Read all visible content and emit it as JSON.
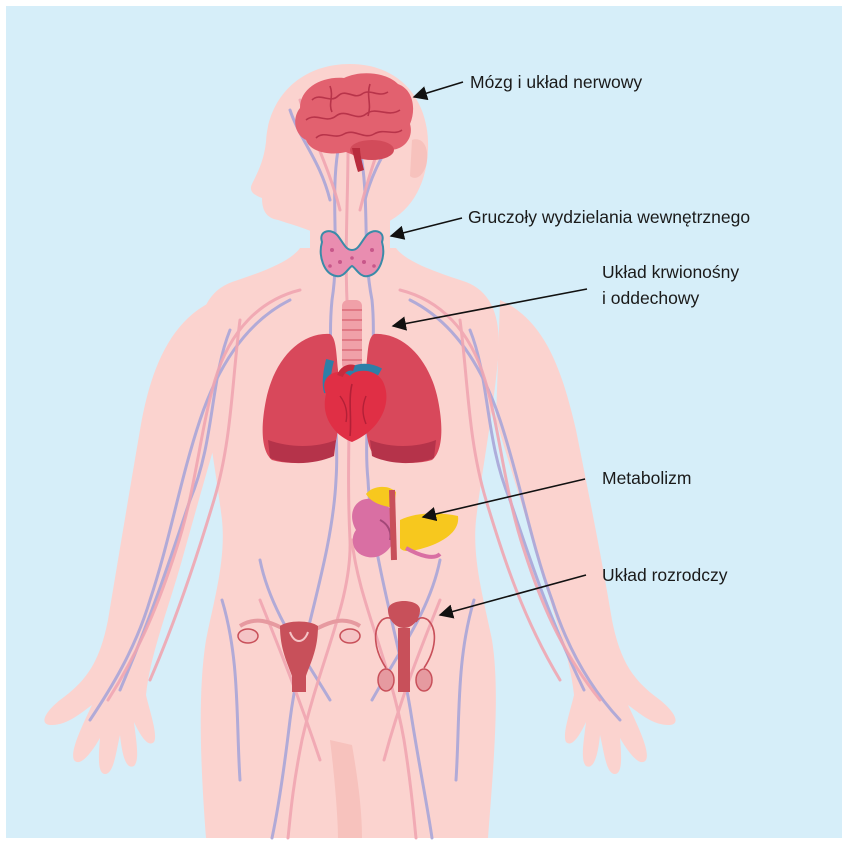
{
  "labels": {
    "brain": "Mózg i układ nerwowy",
    "endocrine": "Gruczoły wydzielania wewnętrznego",
    "circulatory_line1": "Układ krwionośny",
    "circulatory_line2": "i oddechowy",
    "metabolism": "Metabolizm",
    "reproductive": "Układ rozrodczy"
  },
  "colors": {
    "background": "#d6eef9",
    "body": "#fbd3cf",
    "body_shade": "#f7c2bd",
    "vein_blue": "#a9a6d8",
    "vein_red": "#f0a6b2",
    "brain": "#e2616f",
    "lungs": "#d8485b",
    "heart": "#e02f45",
    "aorta_blue": "#2e7fa8",
    "thyroid": "#e98db0",
    "liver_yellow": "#f7c81e",
    "kidney": "#d96fa3",
    "reproductive": "#c8505a"
  },
  "icons": [
    "brain-icon",
    "thyroid-icon",
    "lungs-icon",
    "heart-icon",
    "trachea-icon",
    "kidney-icon",
    "pancreas-icon",
    "uterus-icon",
    "male-reproductive-icon"
  ]
}
